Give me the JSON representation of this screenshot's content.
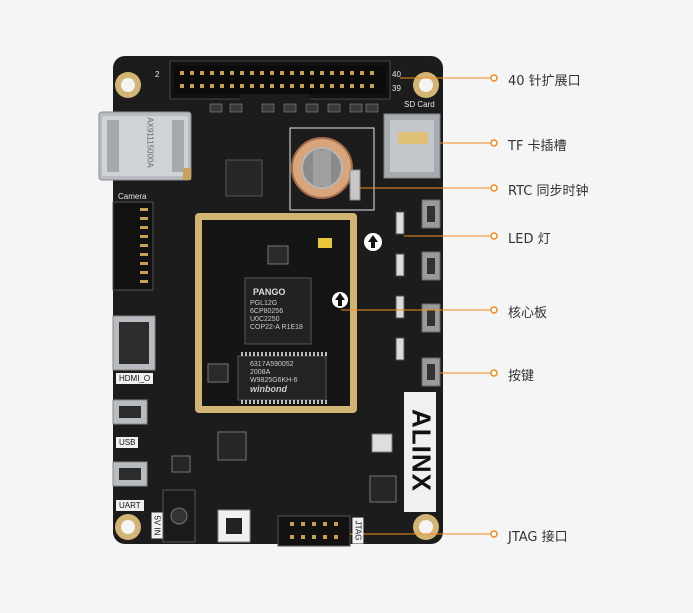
{
  "colors": {
    "background": "#f5f5f5",
    "pcb": "#1c1c1c",
    "callout_accent": "#f08c1e",
    "gold_pad": "#c9a35c"
  },
  "callouts": [
    {
      "id": "expansion",
      "label": "40 针扩展口"
    },
    {
      "id": "tf",
      "label": "TF 卡插槽"
    },
    {
      "id": "rtc",
      "label": "RTC 同步时钟"
    },
    {
      "id": "led",
      "label": "LED 灯"
    },
    {
      "id": "core",
      "label": "核心板"
    },
    {
      "id": "keys",
      "label": "按键"
    },
    {
      "id": "jtag",
      "label": "JTAG 接口"
    }
  ],
  "silkscreen": {
    "camera": "Camera",
    "hdmi": "HDMI_O",
    "usb": "USB",
    "uart": "UART",
    "power": "5V IN",
    "jtag": "JTAG",
    "sd_card": "SD Card",
    "brand": "ALINX",
    "ethernet_jack": "AX91115000A",
    "pin2": "2",
    "pin40": "40",
    "pin39": "39"
  },
  "chips": {
    "fpga_brand": "PANGO",
    "fpga_model": "PGL12G",
    "fpga_lines": [
      "6CP80256",
      "U0C2250",
      "COP22-A R1E18"
    ],
    "sdram_brand": "winbond",
    "sdram_lines": [
      "W9825G6KH-6",
      "2008A",
      "6317A590052"
    ]
  }
}
